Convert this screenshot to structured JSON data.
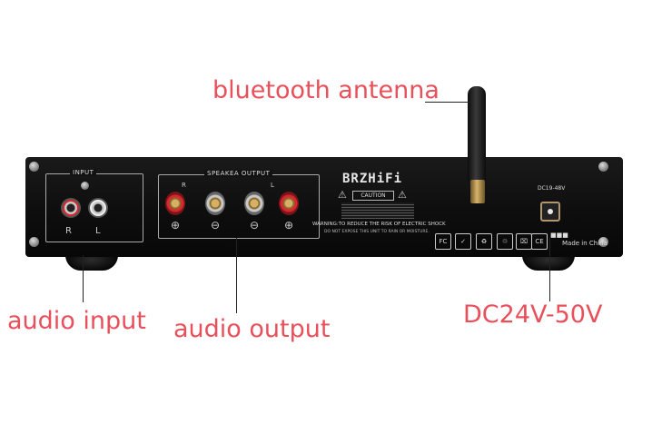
{
  "callouts": {
    "bluetooth": "bluetooth antenna",
    "audio_input": "audio input",
    "audio_output": "audio output",
    "dc": "DC24V-50V"
  },
  "device": {
    "brand": "BRZHiFi",
    "input_label": "INPUT",
    "speaker_label": "SPEAKEA OUTPUT",
    "channel_r": "R",
    "channel_l": "L",
    "caution_label": "CAUTION",
    "warning_line1": "WARNING:TO REDUCE THE RISK OF ELECTRIC SHOCK",
    "warning_line2": "DO NOT EXPOSE THIS UNIT TO RAIN OR MOISTURE.",
    "dc_label": "DC19-48V",
    "made_in": "Made in China"
  },
  "icons": [
    "fc-mark-icon",
    "check-mark-icon",
    "rohs-mark-icon",
    "recycle-icon",
    "weee-bin-icon",
    "ce-mark-icon"
  ],
  "colors": {
    "callout": "#e8505b",
    "chassis": "#111111",
    "rca_red": "#d8282e",
    "post_gold": "#d6b066"
  }
}
